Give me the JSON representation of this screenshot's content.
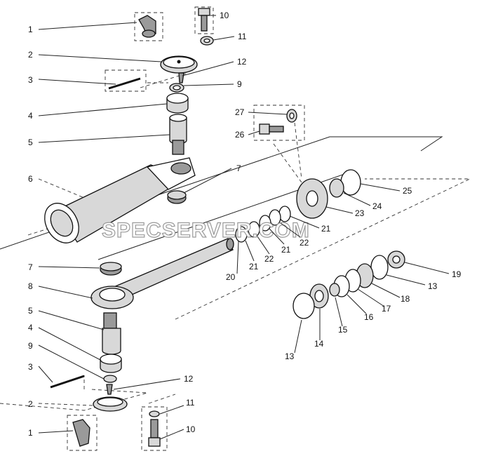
{
  "watermark": "SPECSERVER.COM",
  "callouts": {
    "upper_1": "1",
    "upper_2": "2",
    "upper_3": "3",
    "upper_4": "4",
    "upper_5": "5",
    "upper_6": "6",
    "upper_7": "7",
    "upper_9": "9",
    "upper_10": "10",
    "upper_11": "11",
    "upper_12": "12",
    "c26": "26",
    "c27": "27",
    "c25": "25",
    "c24": "24",
    "c23": "23",
    "c21a": "21",
    "c22a": "22",
    "c21b": "21",
    "c22b": "22",
    "c21c": "21",
    "c20": "20",
    "lower_7": "7",
    "lower_8": "8",
    "lower_5": "5",
    "lower_4": "4",
    "lower_9": "9",
    "lower_3": "3",
    "lower_12": "12",
    "lower_2": "2",
    "lower_11": "11",
    "lower_1": "1",
    "lower_10": "10",
    "c19": "19",
    "c13a": "13",
    "c18": "18",
    "c17": "17",
    "c16": "16",
    "c15": "15",
    "c14": "14",
    "c13b": "13"
  }
}
